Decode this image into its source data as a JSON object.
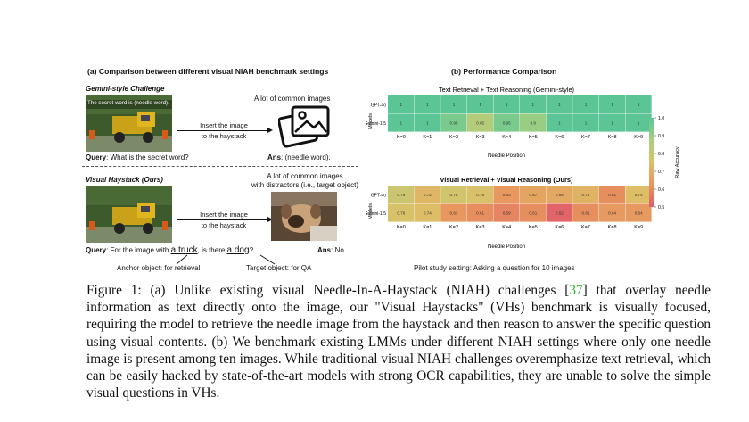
{
  "panel_a": {
    "title": "(a) Comparison between different visual NIAH benchmark settings",
    "gemini": {
      "label": "Gemini-style Challenge",
      "overlay_text": "The secret word is (needle word).",
      "arrow_text_1": "Insert the image",
      "arrow_text_2": "to the haystack",
      "haystack_label": "A lot of common images",
      "query_prefix": "Query",
      "query_text": ": What is the secret word?",
      "ans_prefix": "Ans",
      "ans_text": ": (needle word)."
    },
    "visual": {
      "label": "Visual Haystack (Ours)",
      "haystack_label_1": "A lot of common images",
      "haystack_label_2": "with distractors (i.e., target object)",
      "arrow_text_1": "Insert the image",
      "arrow_text_2": "to the haystack",
      "query_prefix": "Query",
      "query_text_1": ": For the image with ",
      "query_anchor": "a truck",
      "query_text_2": ", is there ",
      "query_target": "a dog",
      "query_text_3": "?",
      "ans_prefix": "Ans",
      "ans_text": ": No.",
      "anchor_note": "Anchor object: for retrieval",
      "target_note": "Target object: for QA"
    }
  },
  "panel_b": {
    "title": "(b) Performance Comparison",
    "pilot_note": "Pilot study setting: Asking a question for 10 images"
  },
  "colors": {
    "cite": "#2bb52b"
  },
  "chart_data": [
    {
      "type": "heatmap",
      "title": "Text Retrieval + Text Reasoning (Gemini-style)",
      "xlabel": "Needle Position",
      "ylabel": "Models",
      "x": [
        "K=0",
        "K=1",
        "K=2",
        "K=3",
        "K=4",
        "K=5",
        "K=6",
        "K=7",
        "K=8",
        "K=9"
      ],
      "y": [
        "GPT-4o",
        "Gemini-1.5"
      ],
      "values": [
        [
          1,
          1,
          1,
          1,
          1,
          1,
          1,
          1,
          1,
          1
        ],
        [
          1,
          1,
          0.95,
          0.85,
          0.95,
          0.9,
          1,
          1,
          1,
          1
        ]
      ],
      "labels": [
        [
          "1",
          "1",
          "1",
          "1",
          "1",
          "1",
          "1",
          "1",
          "1",
          "1"
        ],
        [
          "1",
          "1",
          "0.95",
          "0.85",
          "0.95",
          "0.9",
          "1",
          "1",
          "1",
          "1"
        ]
      ],
      "vmin": 0.5,
      "vmax": 1.0
    },
    {
      "type": "heatmap",
      "title": "Visual Retrieval + Visual Reasoning (Ours)",
      "xlabel": "Needle Position",
      "ylabel": "Models",
      "x": [
        "K=0",
        "K=1",
        "K=2",
        "K=3",
        "K=4",
        "K=5",
        "K=6",
        "K=7",
        "K=8",
        "K=9"
      ],
      "y": [
        "GPT-4o",
        "Gemini-1.5"
      ],
      "values": [
        [
          0.79,
          0.72,
          0.78,
          0.76,
          0.63,
          0.67,
          0.68,
          0.71,
          0.61,
          0.74
        ],
        [
          0.76,
          0.74,
          0.63,
          0.61,
          0.59,
          0.61,
          0.52,
          0.61,
          0.64,
          0.64
        ]
      ],
      "labels": [
        [
          "0.79",
          "0.72",
          "0.78",
          "0.76",
          "0.63",
          "0.67",
          "0.68",
          "0.71",
          "0.61",
          "0.74"
        ],
        [
          "0.76",
          "0.74",
          "0.63",
          "0.61",
          "0.59",
          "0.61",
          "0.52",
          "0.61",
          "0.64",
          "0.64"
        ]
      ],
      "vmin": 0.5,
      "vmax": 1.0
    }
  ],
  "colorbar": {
    "label": "Raw Accuracy",
    "ticks": [
      "1.0",
      "0.9",
      "0.8",
      "0.7",
      "0.6",
      "0.5"
    ],
    "tick_values": [
      1.0,
      0.9,
      0.8,
      0.7,
      0.6,
      0.5
    ]
  },
  "caption": {
    "part1": "Figure 1: (a) Unlike existing visual Needle-In-A-Haystack (NIAH) challenges [",
    "cite": "37",
    "part2": "] that overlay needle information as text directly onto the image, our \"Visual Haystacks\" (VHs) benchmark is visually focused, requiring the model to retrieve the needle image from the haystack and then reason to answer the specific question using visual contents. (b) We benchmark existing LMMs under different NIAH settings where only one needle image is present among ten images. While traditional visual NIAH challenges overemphasize text retrieval, which can be easily hacked by state-of-the-art models with strong OCR capabilities, they are unable to solve the simple visual questions in VHs."
  }
}
